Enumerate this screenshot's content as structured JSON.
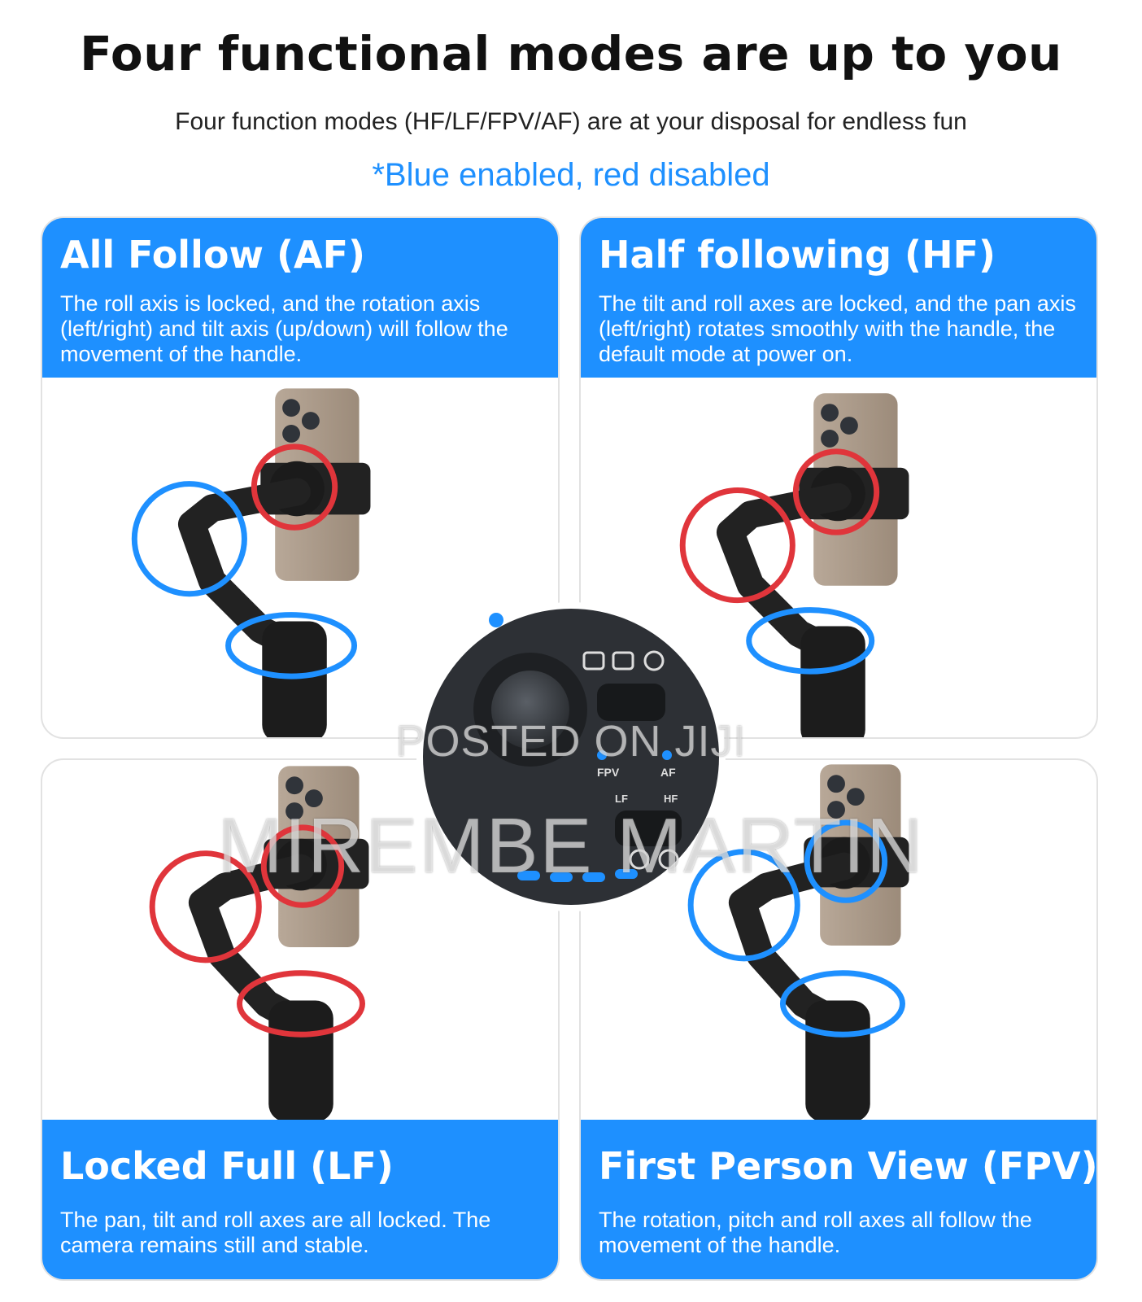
{
  "header": {
    "title": "Four functional modes are up to you",
    "subtitle": "Four function modes (HF/LF/FPV/AF) are at your disposal for endless fun",
    "note": "*Blue enabled, red disabled"
  },
  "colors": {
    "enabled": "#1e90ff",
    "disabled": "#e0353b",
    "banner": "#1e90ff"
  },
  "modes": [
    {
      "title": "All Follow (AF)",
      "description": "The roll axis is locked, and the rotation axis (left/right) and tilt axis (up/down) will follow the movement of the handle."
    },
    {
      "title": "Half following (HF)",
      "description": "The tilt and roll axes are locked, and the pan axis (left/right) rotates smoothly with the handle, the default mode at power on."
    },
    {
      "title": "Locked Full (LF)",
      "description": "The pan, tilt and roll axes are all locked. The camera remains still and stable."
    },
    {
      "title": "First Person View (FPV)",
      "description": "The rotation, pitch and roll axes all follow the movement of the handle."
    }
  ],
  "control_panel": {
    "labels": [
      "FPV",
      "AF",
      "LF",
      "HF"
    ]
  },
  "watermark": {
    "line1": "POSTED ON JIJI",
    "line2": "MIREMBE MARTIN"
  }
}
